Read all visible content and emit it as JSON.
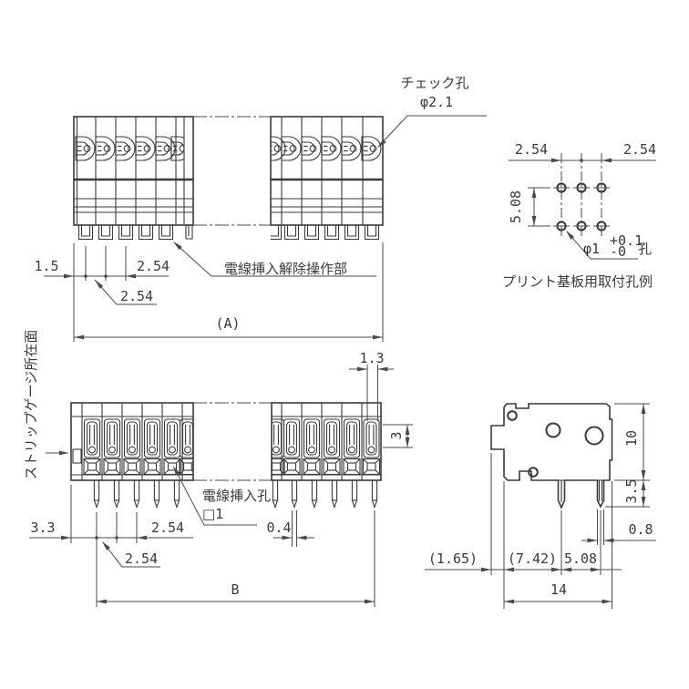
{
  "meta": {
    "drawing_type": "terminal-block-dimension-drawing",
    "background": "#ffffff",
    "line_color": "#3a3a3a"
  },
  "top_view": {
    "dim_1_5": "1.5",
    "dim_pitch_a": "2.54",
    "dim_pitch_b": "2.54",
    "dim_overall": "(A)",
    "check_hole_label": "チェック孔",
    "check_hole_dia": "φ2.1",
    "release_label": "電線挿入解除操作部"
  },
  "hole_pattern": {
    "dim_left": "2.54",
    "dim_right": "2.54",
    "dim_vertical": "5.08",
    "hole_dia": "φ1",
    "tol_upper": "+0.1",
    "tol_lower": "-0",
    "hole_suffix": "孔",
    "caption": "プリント基板用取付孔例"
  },
  "bottom_view": {
    "strip_gauge_label": "ストリップゲージ所在面",
    "dim_1_3": "1.3",
    "dim_slot": "3",
    "dim_3_3": "3.3",
    "dim_pitch_a": "2.54",
    "dim_pitch_b": "2.54",
    "wire_hole_label": "電線挿入孔",
    "wire_hole_size": "□1",
    "dim_0_4": "0.4",
    "dim_overall": "B"
  },
  "side_view": {
    "dim_10": "10",
    "dim_3_5": "3.5",
    "dim_0_8": "0.8",
    "dim_1_65": "(1.65)",
    "dim_7_42": "(7.42)",
    "dim_5_08": "5.08",
    "dim_14": "14"
  }
}
